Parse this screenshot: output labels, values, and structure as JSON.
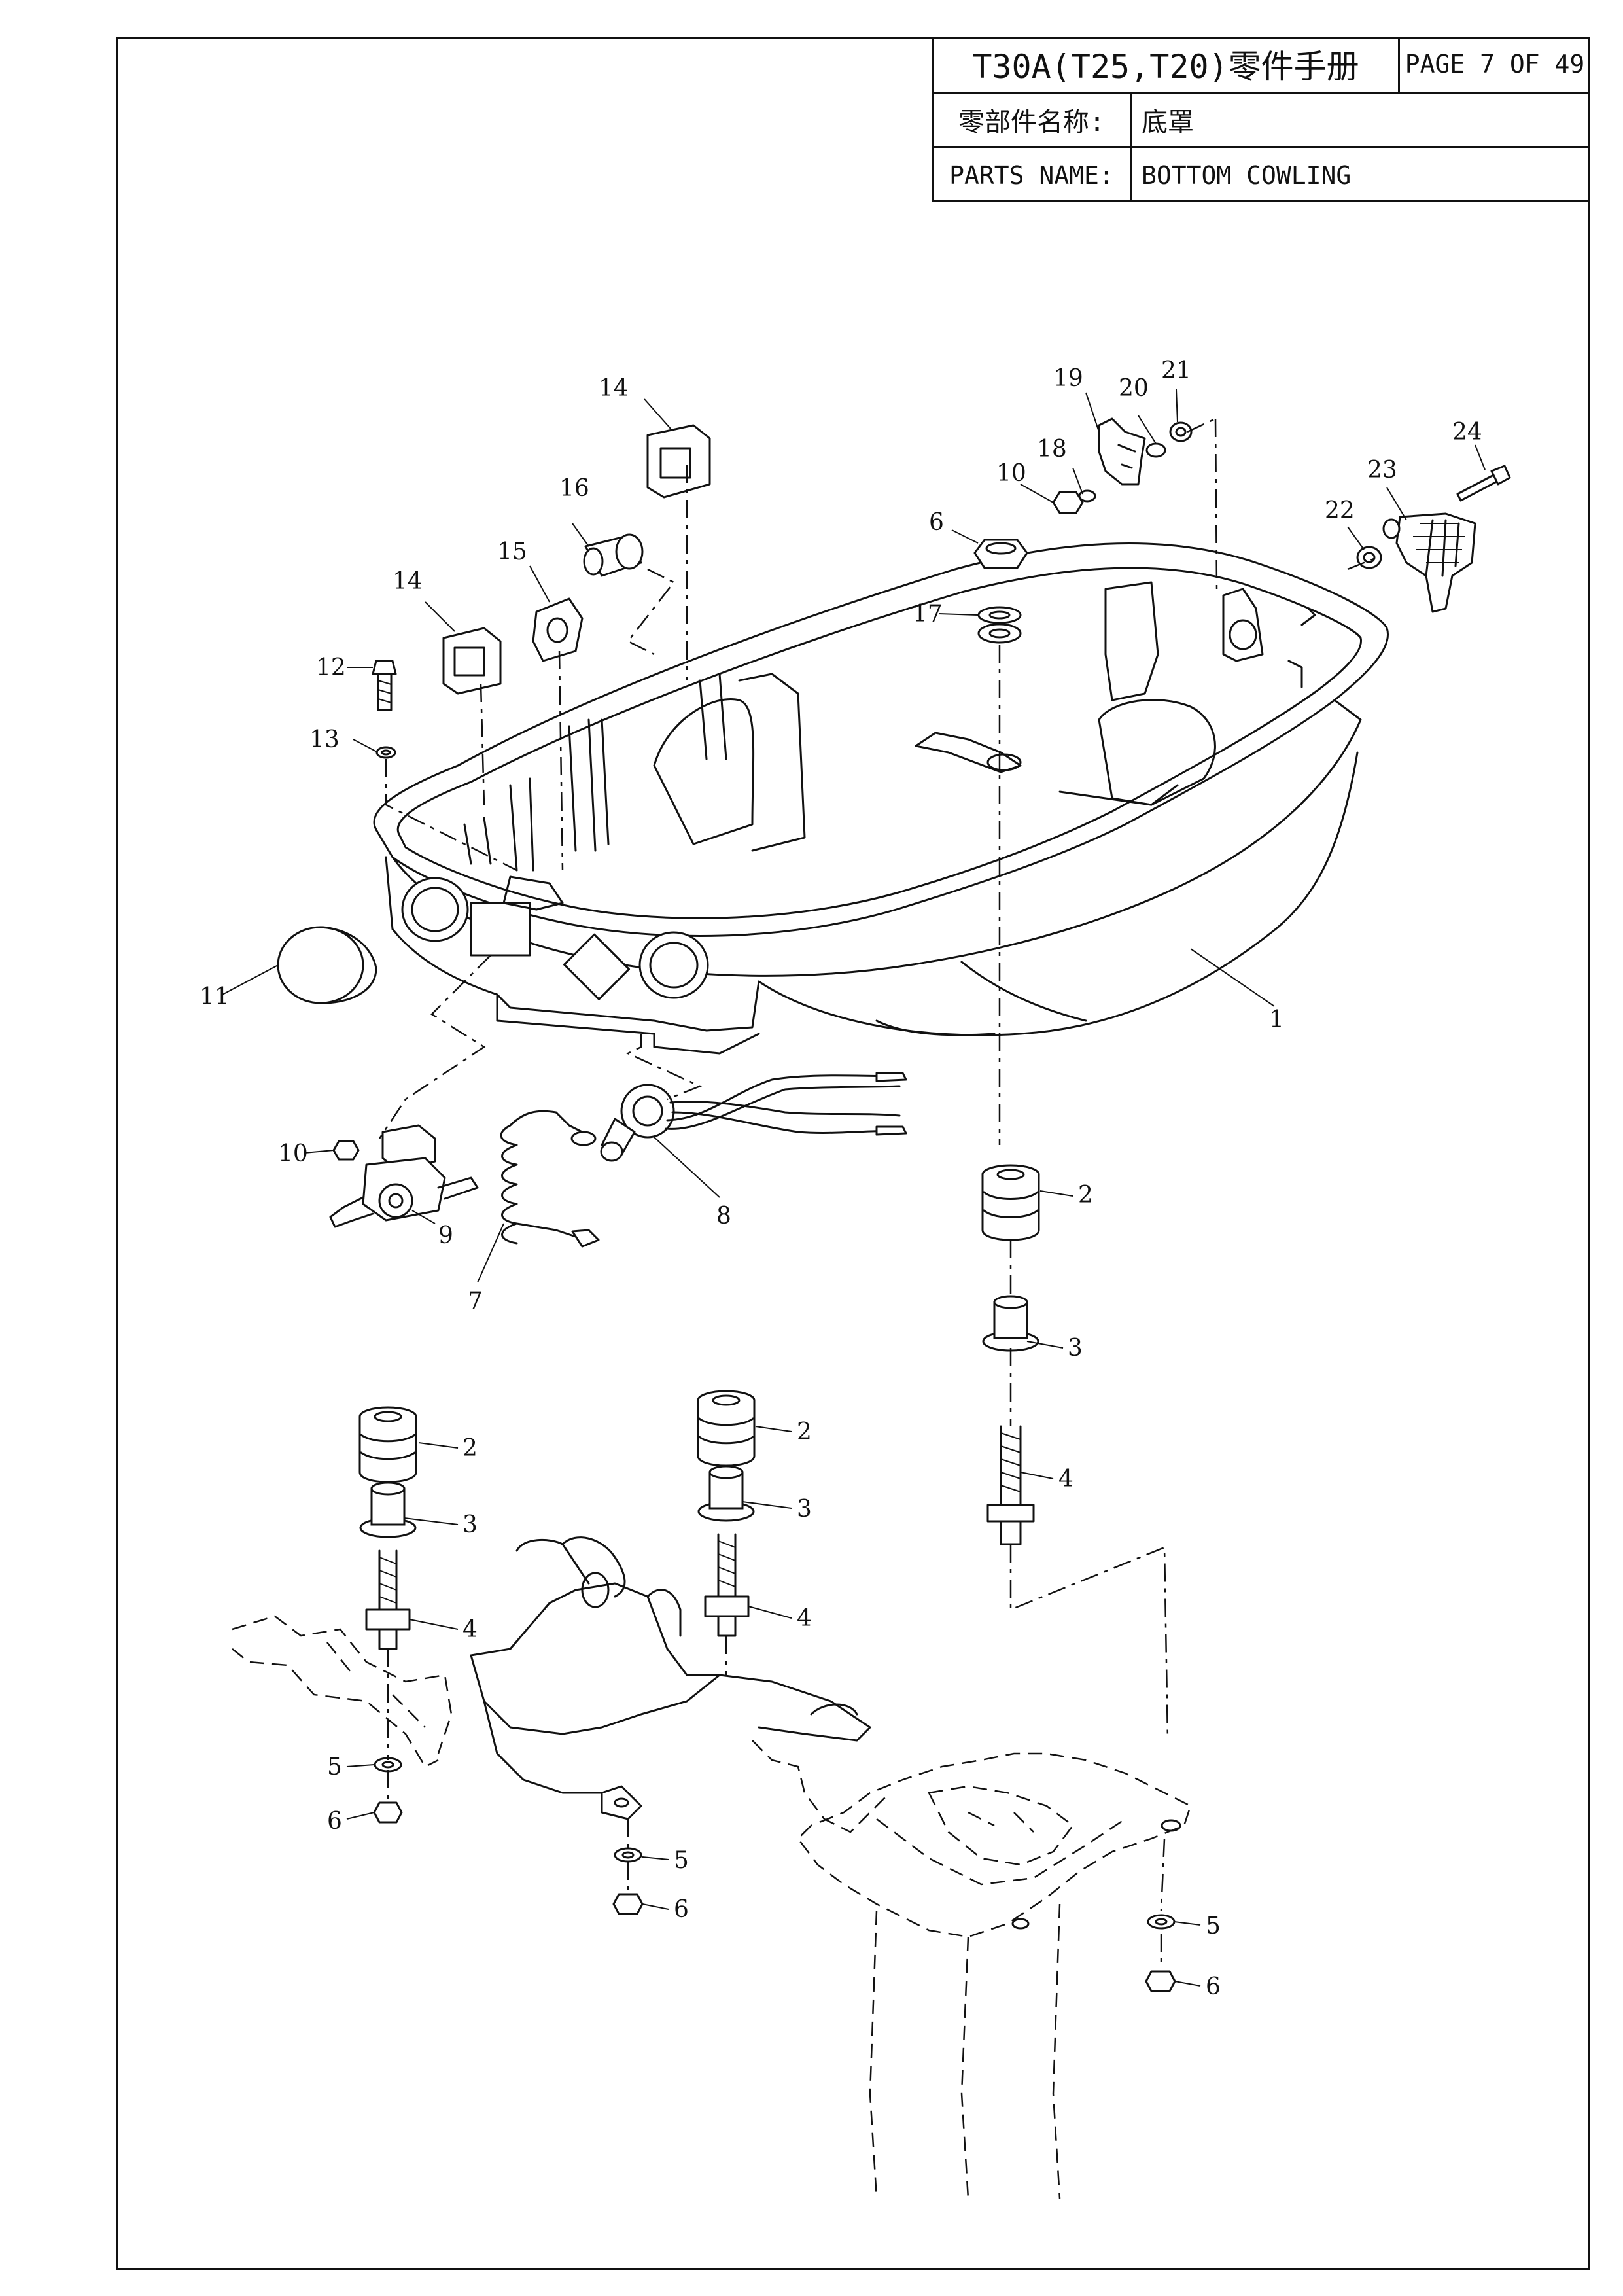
{
  "header": {
    "model_title": "T30A(T25,T20)零件手册",
    "page": "PAGE 7 OF 49",
    "name_label_cn": "零部件名称:",
    "name_value_cn": "底罩",
    "name_label_en": "PARTS NAME:",
    "name_value_en": "BOTTOM COWLING"
  },
  "callouts": {
    "c1": "1",
    "c2a": "2",
    "c2b": "2",
    "c2c": "2",
    "c3a": "3",
    "c3b": "3",
    "c3c": "3",
    "c4a": "4",
    "c4b": "4",
    "c4c": "4",
    "c5a": "5",
    "c5b": "5",
    "c5c": "5",
    "c6a": "6",
    "c6b": "6",
    "c6c": "6",
    "c6d": "6",
    "c7": "7",
    "c8": "8",
    "c9": "9",
    "c10a": "10",
    "c10b": "10",
    "c11": "11",
    "c12": "12",
    "c13": "13",
    "c14a": "14",
    "c14b": "14",
    "c15": "15",
    "c16": "16",
    "c17": "17",
    "c18": "18",
    "c19": "19",
    "c20": "20",
    "c21": "21",
    "c22": "22",
    "c23": "23",
    "c24": "24"
  }
}
